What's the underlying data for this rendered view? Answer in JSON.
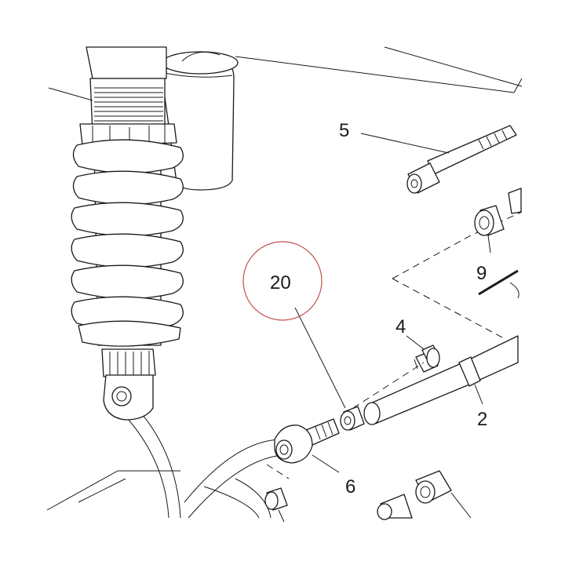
{
  "callouts": {
    "c2": "2",
    "c4": "4",
    "c5": "5",
    "c6": "6",
    "c9": "9",
    "c20": "20"
  },
  "colors": {
    "line": "#1a1a1a",
    "highlight_circle": "#c0504d",
    "background": "#ffffff"
  }
}
